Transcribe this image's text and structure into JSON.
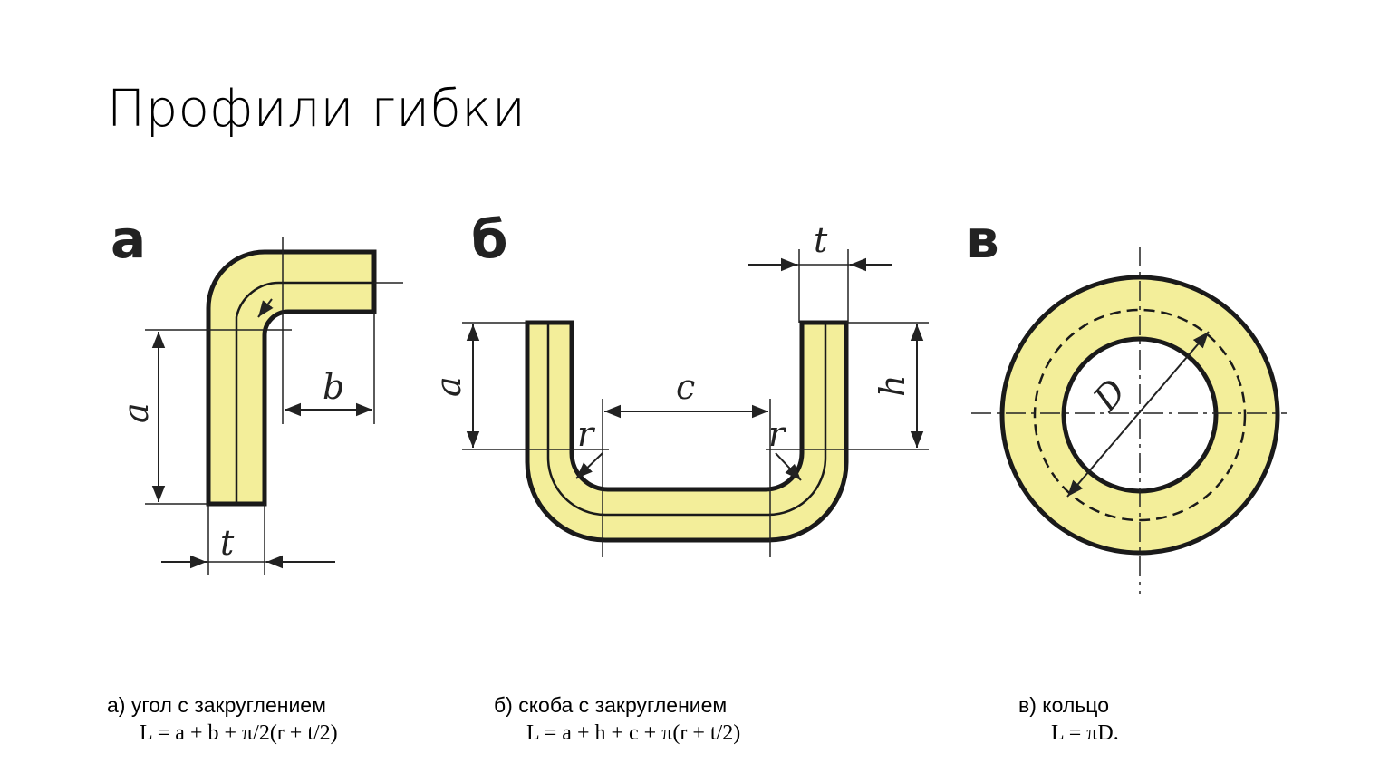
{
  "slide": {
    "title": "Профили гибки"
  },
  "figures": [
    {
      "letter": "а",
      "labels": {
        "a": "a",
        "b": "b",
        "t": "t"
      },
      "caption": "а) угол с закруглением",
      "formula": "L = a + b + π/2(r + t/2)"
    },
    {
      "letter": "б",
      "labels": {
        "a": "a",
        "c": "c",
        "h": "h",
        "t": "t",
        "r_left": "r",
        "r_right": "r"
      },
      "caption": "б) скоба с закруглением",
      "formula": "L = a + h + c + π(r + t/2)"
    },
    {
      "letter": "в",
      "labels": {
        "D": "D"
      },
      "caption": "в) кольцо",
      "formula": "L = πD."
    }
  ],
  "colors": {
    "fill": "#f3ee9a",
    "stroke": "#1a1a1a"
  }
}
